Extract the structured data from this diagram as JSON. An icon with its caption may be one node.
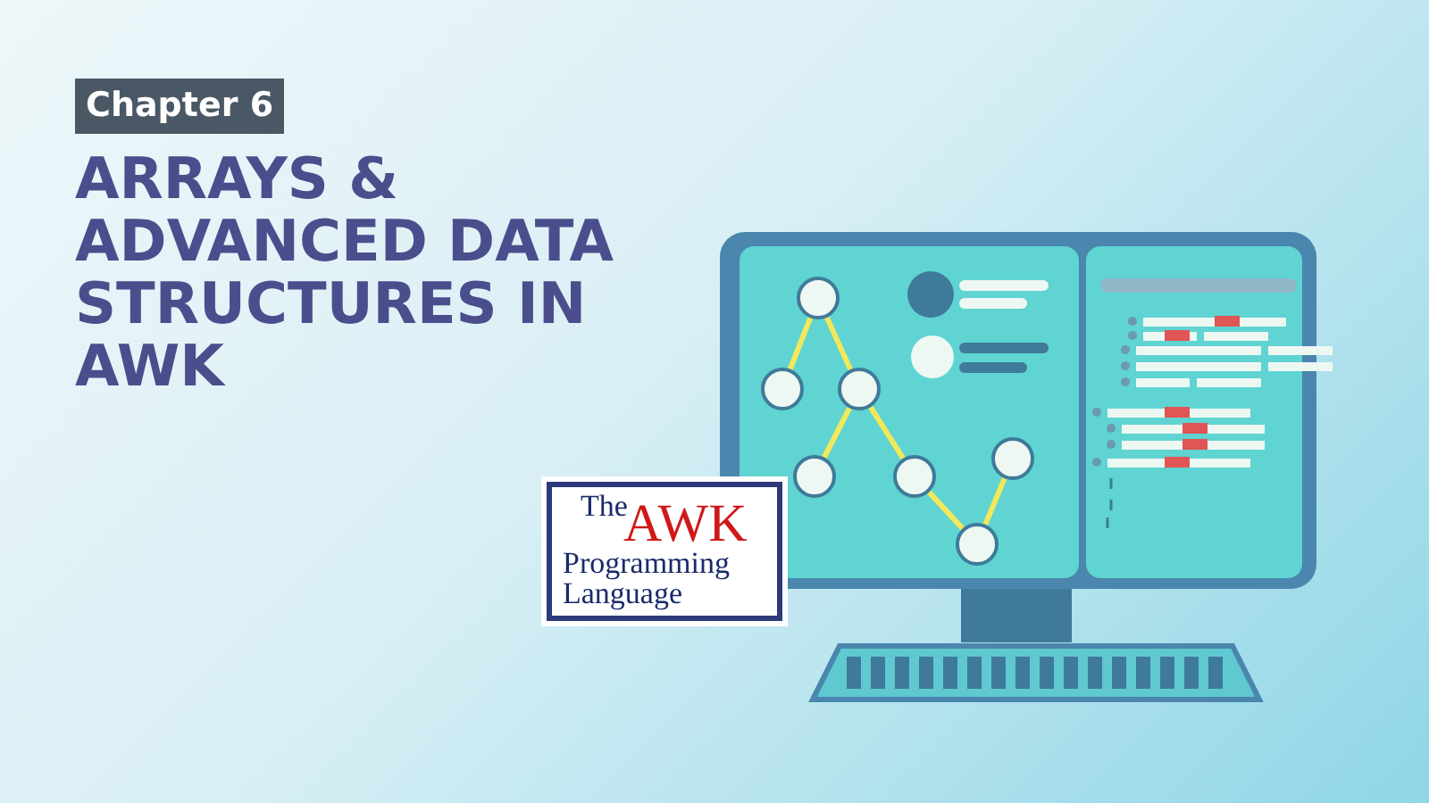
{
  "diagram": {
    "title": "ARRAYS & ADVANCED DATA STRUCTURES IN AWK",
    "nodes": [
      {
        "text": [],
        "shape": "circle"
      },
      {
        "text": [],
        "shape": "circle"
      },
      {
        "text": [],
        "shape": "circle"
      },
      {
        "text": [],
        "shape": "circle"
      },
      {
        "text": [],
        "shape": "circle"
      },
      {
        "text": [],
        "shape": "circle"
      },
      {
        "text": [],
        "shape": "circle"
      },
      {
        "text": [
          "The",
          "AWK",
          "Programming Language"
        ]
      }
    ],
    "edges": [
      {
        "from": 0,
        "to": 1,
        "arrow": "none"
      },
      {
        "from": 0,
        "to": 2,
        "arrow": "none"
      },
      {
        "from": 2,
        "to": 3,
        "arrow": "none"
      },
      {
        "from": 2,
        "to": 4,
        "arrow": "none"
      },
      {
        "from": 4,
        "to": 6,
        "arrow": "none"
      },
      {
        "from": 6,
        "to": 5,
        "arrow": "none"
      }
    ],
    "labels": [
      "Chapter 6"
    ]
  }
}
